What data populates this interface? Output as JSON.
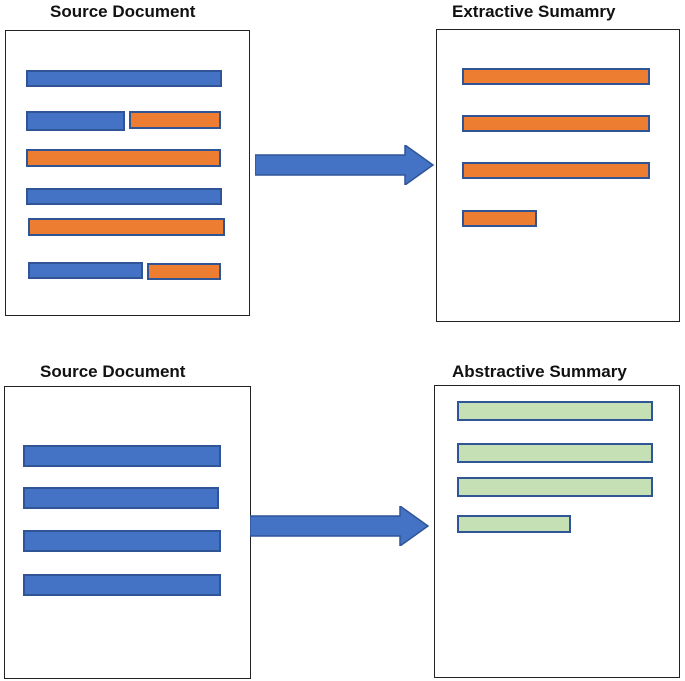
{
  "colors": {
    "source": "#4472c4",
    "source_border": "#2f5597",
    "extracted": "#ed7d31",
    "extracted_border": "#2f5597",
    "abstract": "#c5e0b4",
    "abstract_border": "#2f5597",
    "arrow": "#4472c4"
  },
  "top": {
    "source_title": "Source Document",
    "summary_title": "Extractive Sumamry"
  },
  "bottom": {
    "source_title": "Source Document",
    "summary_title": "Abstractive Summary"
  }
}
